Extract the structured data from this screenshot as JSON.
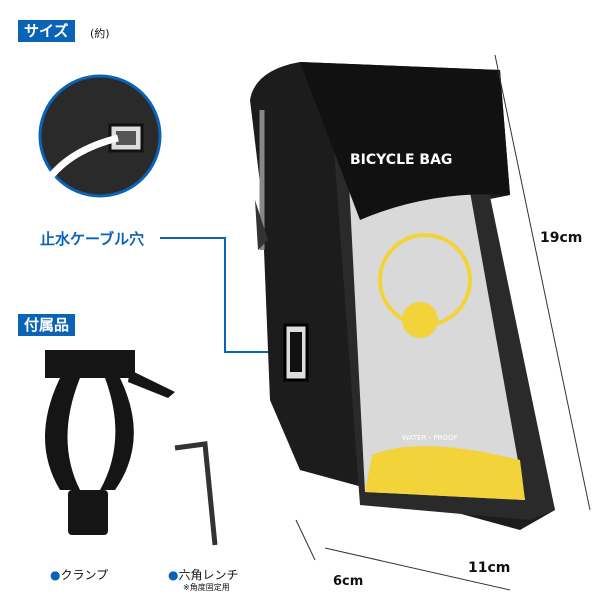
{
  "size_label": "サイズ",
  "approx": "(約)",
  "port_label": "止水ケーブル穴",
  "accessories_label": "付属品",
  "accessories": [
    {
      "name": "クランプ"
    },
    {
      "name": "六角レンチ",
      "note": "※角度固定用"
    }
  ],
  "bag_text": {
    "brand": "BICYCLE BAG",
    "waterproof": "WATER・PROOF"
  },
  "dimensions": {
    "height": "19cm",
    "width": "11cm",
    "depth": "6cm"
  },
  "colors": {
    "accent": "#0a63b4",
    "bag": "#1c1c1c",
    "screen_yellow": "#f2d43a"
  }
}
